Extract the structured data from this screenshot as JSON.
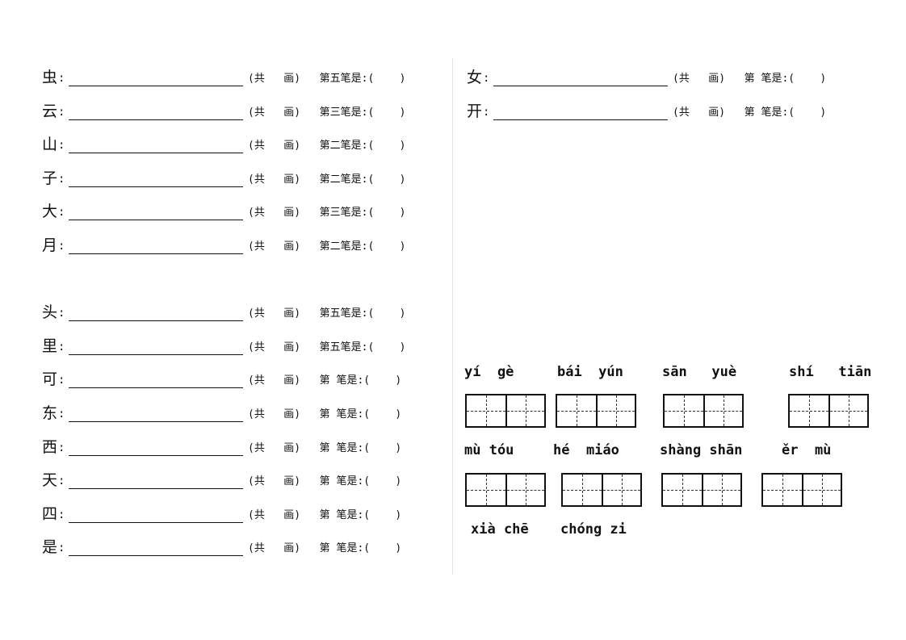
{
  "stroke_rows": {
    "colon": ":",
    "tail_prefix": "(共   画)   第",
    "tail_suffix": "笔是:(    )",
    "left_group_1": [
      {
        "char": "虫",
        "order": "五"
      },
      {
        "char": "云",
        "order": "三"
      },
      {
        "char": "山",
        "order": "二"
      },
      {
        "char": "子",
        "order": "二"
      },
      {
        "char": "大",
        "order": "三"
      },
      {
        "char": "月",
        "order": "二"
      }
    ],
    "left_group_2": [
      {
        "char": "头",
        "order": "五"
      },
      {
        "char": "里",
        "order": "五"
      },
      {
        "char": "可",
        "order": " "
      },
      {
        "char": "东",
        "order": " "
      },
      {
        "char": "西",
        "order": " "
      },
      {
        "char": "天",
        "order": " "
      },
      {
        "char": "四",
        "order": " "
      },
      {
        "char": "是",
        "order": " "
      }
    ],
    "right_group": [
      {
        "char": "女",
        "order": " "
      },
      {
        "char": "开",
        "order": " "
      }
    ]
  },
  "pinyin_words": [
    {
      "pinyin": "yí  gè"
    },
    {
      "pinyin": "bái  yún"
    },
    {
      "pinyin": "sān   yuè"
    },
    {
      "pinyin": "shí   tiān"
    },
    {
      "pinyin": "mù tóu"
    },
    {
      "pinyin": "hé  miáo"
    },
    {
      "pinyin": "shàng shān"
    },
    {
      "pinyin": "ěr  mù"
    },
    {
      "pinyin": "xià chē"
    },
    {
      "pinyin": "chóng zi"
    }
  ]
}
